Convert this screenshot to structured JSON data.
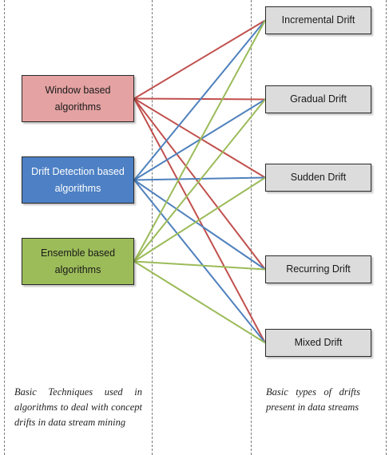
{
  "techniques": [
    {
      "id": "window",
      "label": "Window based algorithms",
      "color": "#c0504d"
    },
    {
      "id": "detect",
      "label": "Drift Detection based algorithms",
      "color": "#4f81bd"
    },
    {
      "id": "ensemble",
      "label": "Ensemble based algorithms",
      "color": "#9bbb59"
    }
  ],
  "drifts": [
    {
      "id": "incremental",
      "label": "Incremental Drift"
    },
    {
      "id": "gradual",
      "label": "Gradual Drift"
    },
    {
      "id": "sudden",
      "label": "Sudden Drift"
    },
    {
      "id": "recurring",
      "label": "Recurring Drift"
    },
    {
      "id": "mixed",
      "label": "Mixed Drift"
    }
  ],
  "captions": {
    "left": "Basic Techniques used in algorithms to deal with concept drifts in data stream mining",
    "right": "Basic types of drifts present in data streams"
  }
}
